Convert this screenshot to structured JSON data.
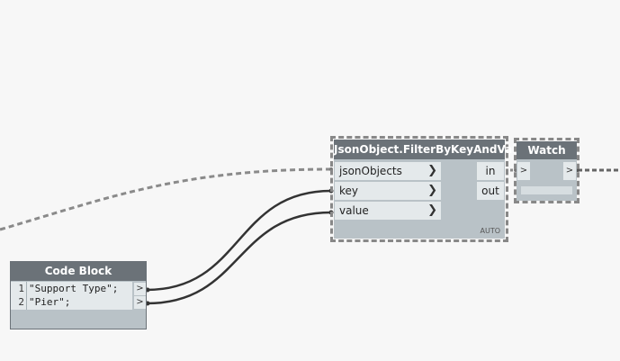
{
  "code_block": {
    "title": "Code Block",
    "lines": [
      {
        "num": "1",
        "code": "\"Support Type\";"
      },
      {
        "num": "2",
        "code": "\"Pier\";"
      }
    ],
    "output_glyph": ">"
  },
  "filter_node": {
    "title": "JsonObject.FilterByKeyAndValue",
    "inputs": [
      {
        "label": "jsonObjects",
        "glyph": "❯"
      },
      {
        "label": "key",
        "glyph": "❯"
      },
      {
        "label": "value",
        "glyph": "❯"
      }
    ],
    "outputs": [
      "in",
      "out"
    ],
    "lacing": "AUTO"
  },
  "watch_node": {
    "title": "Watch",
    "input_glyph": ">",
    "output_glyph": ">"
  },
  "colors": {
    "canvas": "#f7f7f7",
    "node_header": "#6b7278",
    "node_body": "#b9c2c7",
    "port": "#e4e9eb",
    "wire": "#333333",
    "dashed_wire": "#888888"
  }
}
